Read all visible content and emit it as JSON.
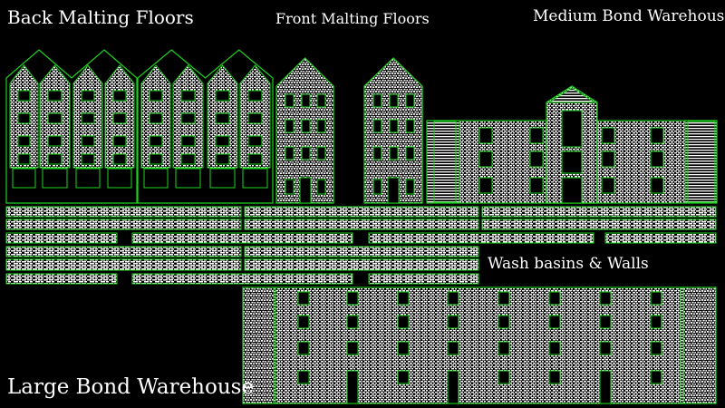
{
  "labels": {
    "back_malting_floors": "Back Malting Floors",
    "front_malting_floors": "Front Malting Floors",
    "medium_bond_warehouse": "Medium Bond Warehouse",
    "wash_basins_walls": "Wash basins & Walls",
    "large_bond_warehouse": "Large Bond Warehouse"
  },
  "colors": {
    "background": "#000000",
    "outline": "#1fd31f",
    "brick": "#ffffff",
    "window": "#000000"
  }
}
